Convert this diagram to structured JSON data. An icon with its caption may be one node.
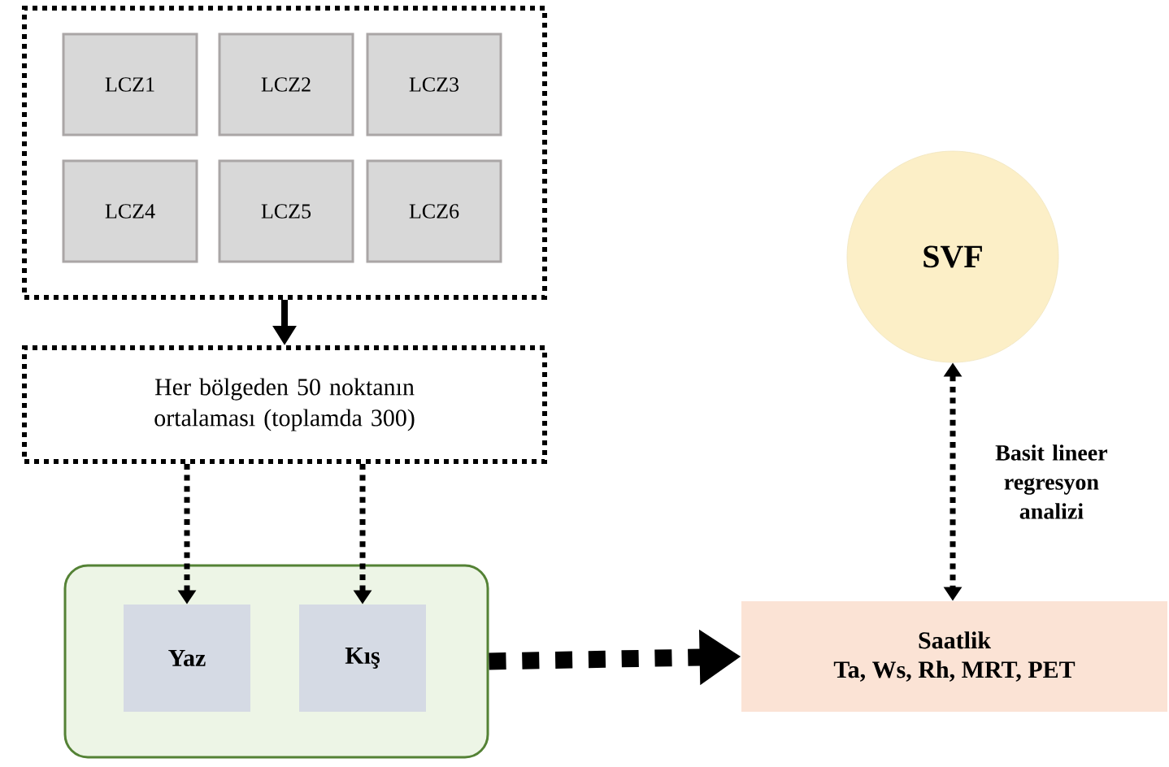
{
  "diagram": {
    "nodes": [
      {
        "text": [],
        "shape": "box"
      },
      {
        "text": [
          "LCZ1"
        ],
        "in": 0
      },
      {
        "text": [
          "LCZ2"
        ],
        "in": 0
      },
      {
        "text": [
          "LCZ3"
        ],
        "in": 0
      },
      {
        "text": [
          "LCZ4"
        ],
        "in": 0
      },
      {
        "text": [
          "LCZ5"
        ],
        "in": 0
      },
      {
        "text": [
          "LCZ6"
        ],
        "in": 0
      },
      {
        "text": [
          "Her bölgeden 50 noktanın ortalaması (toplamda 300)"
        ]
      },
      {
        "text": [],
        "shape": "box"
      },
      {
        "text": [
          "Yaz"
        ],
        "in": 8
      },
      {
        "text": [
          "Kış"
        ],
        "in": 8
      },
      {
        "text": [
          "SVF"
        ]
      },
      {
        "text": [
          "Saatlik",
          "Ta, Ws, Rh, MRT, PET"
        ]
      }
    ],
    "edges": [
      {
        "from": 0,
        "to": 7,
        "arrow": "to"
      },
      {
        "from": 7,
        "to": 9,
        "arrow": "to",
        "style": "dashed"
      },
      {
        "from": 7,
        "to": 10,
        "arrow": "to",
        "style": "dashed"
      },
      {
        "from": 8,
        "to": 12,
        "arrow": "to",
        "style": "dashed"
      },
      {
        "from": 11,
        "to": 12,
        "arrow": "both",
        "style": "dashed",
        "label": "Basit lineer regresyon analizi"
      }
    ]
  }
}
